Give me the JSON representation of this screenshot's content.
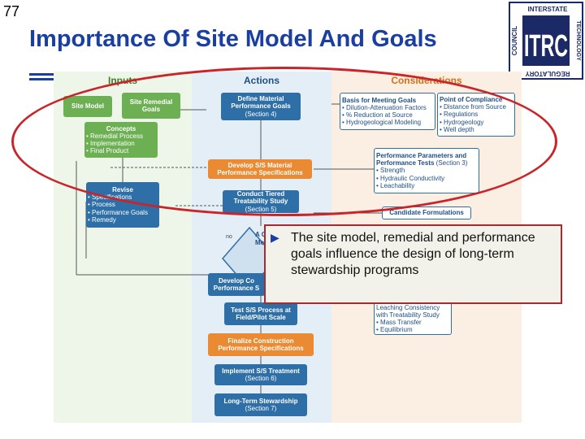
{
  "slide_number": "77",
  "title": "Importance Of Site Model And Goals",
  "logo": {
    "letters": "ITRC",
    "top_text": "INTERSTATE",
    "right_text": "TECHNOLOGY",
    "bottom_text": "REGULATORY",
    "left_text": "COUNCIL"
  },
  "columns": {
    "inputs": "Inputs",
    "actions": "Actions",
    "considerations": "Considerations"
  },
  "inputs": {
    "site_model": "Site Model",
    "site_remedial_goals": "Site Remedial Goals",
    "concepts": {
      "title": "Concepts",
      "items": [
        "Remedial Process",
        "Implementation",
        "Final Product"
      ]
    },
    "revise": {
      "title": "Revise",
      "items": [
        "Specifications",
        "Process",
        "Performance Goals",
        "Remedy"
      ]
    }
  },
  "actions": {
    "define_goals": {
      "title": "Define Material Performance Goals",
      "section": "(Section 4)"
    },
    "develop_specs": "Develop S/S Material Performance Specifications",
    "tiered_study": {
      "title": "Conduct Tiered Treatability Study",
      "section": "(Section 5)"
    },
    "decision_no": "no",
    "decision_partial": "A Cri Me",
    "develop_construction": "Develop Co Performance S",
    "test_process": "Test S/S Process at Field/Pilot Scale",
    "finalize": "Finalize Construction Performance Specifications",
    "implement": {
      "title": "Implement S/S Treatment",
      "section": "(Section 6)"
    },
    "stewardship": {
      "title": "Long-Term Stewardship",
      "section": "(Section 7)"
    }
  },
  "considerations": {
    "basis": {
      "title": "Basis for Meeting Goals",
      "items": [
        "Dilution-Attenuation Factors",
        "% Reduction at Source",
        "Hydrogeological Modeling"
      ]
    },
    "point": {
      "title": "Point of Compliance",
      "items": [
        "Distance from Source",
        "Regulations",
        "Hydrogeology",
        "Well depth"
      ]
    },
    "parameters": {
      "title": "Performance Parameters and Performance Tests",
      "section": "(Section 3)",
      "items": [
        "Strength",
        "Hydraulic Conductivity",
        "Leachability"
      ]
    },
    "candidate": "Candidate Formulations",
    "leaching": {
      "lines": [
        "Leaching Consistency",
        "with Treatability Study"
      ],
      "items": [
        "Mass Transfer",
        "Equilibrium"
      ]
    }
  },
  "callout": "The site model, remedial and performance goals influence the design of long-term stewardship programs",
  "colors": {
    "title": "#1b3fa0",
    "green": "#6db054",
    "blue": "#2f6fa8",
    "orange": "#ea8a32",
    "highlight": "#c8242a"
  }
}
